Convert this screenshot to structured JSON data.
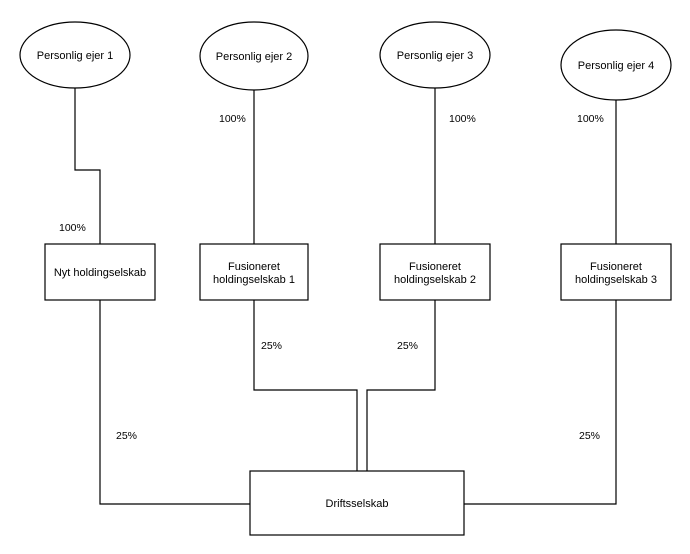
{
  "owners": [
    {
      "label": "Personlig ejer 1"
    },
    {
      "label": "Personlig ejer 2"
    },
    {
      "label": "Personlig ejer 3"
    },
    {
      "label": "Personlig ejer 4"
    }
  ],
  "holdings": [
    {
      "lines": [
        "Nyt holdingselskab"
      ]
    },
    {
      "lines": [
        "Fusioneret",
        "holdingselskab 1"
      ]
    },
    {
      "lines": [
        "Fusioneret",
        "holdingselskab 2"
      ]
    },
    {
      "lines": [
        "Fusioneret",
        "holdingselskab 3"
      ]
    }
  ],
  "operating_company": {
    "label": "Driftsselskab"
  },
  "ownership_percentages": {
    "owner_1_to_holding": "100%",
    "owner_2_to_holding": "100%",
    "owner_3_to_holding": "100%",
    "owner_4_to_holding": "100%",
    "holding_1_to_operating": "25%",
    "holding_2_to_operating": "25%",
    "holding_3_to_operating": "25%",
    "holding_4_to_operating": "25%"
  }
}
